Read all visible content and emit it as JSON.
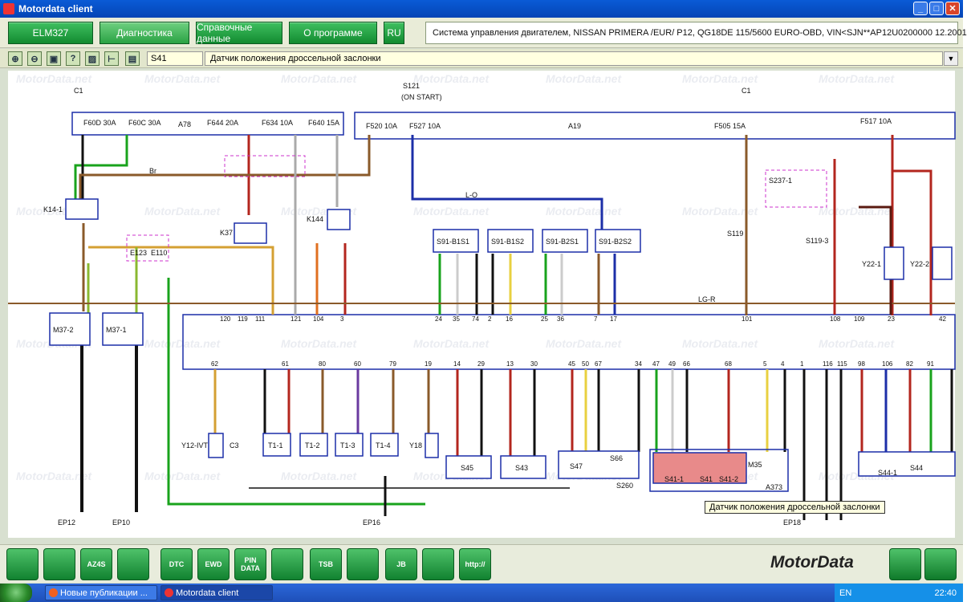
{
  "window": {
    "title": "Motordata client",
    "minimize": "_",
    "maximize": "□",
    "close": "✕"
  },
  "nav": {
    "buttons": [
      "ELM327",
      "Диагностика",
      "Справочные данные",
      "О программе",
      "RU"
    ],
    "info": "Система управления двигателем, NISSAN  PRIMERA /EUR/  P12,   QG18DE  115/5600  EURO-OBD, VIN<SJN**AP12U0200000  12.2001"
  },
  "toolbar": {
    "icons": [
      "zoom-in-icon",
      "zoom-out-icon",
      "fit-icon",
      "help-icon",
      "color-icon",
      "connector-icon",
      "legend-icon"
    ],
    "icon_glyphs": [
      "⊕",
      "⊖",
      "▣",
      "?",
      "▨",
      "⊢",
      "▤"
    ],
    "code": "S41",
    "name": "Датчик положения дроссельной заслонки",
    "dropdown": "▼"
  },
  "diagram": {
    "watermark": "MotorData.net",
    "tooltip": "Датчик положения дроссельной заслонки",
    "labels": {
      "c1_left": "C1",
      "c1_right": "C1",
      "s121": "S121",
      "s121_sub": "(ON START)",
      "a78": "A78",
      "a19": "A19",
      "a373": "A373",
      "m35": "M35",
      "f60d": "F60D 30A",
      "f60c": "F60C 30A",
      "f644": "F644 20A",
      "f634": "F634 10A",
      "f640": "F640 15A",
      "f520": "F520 10A",
      "f527": "F527 10A",
      "f505": "F505 15A",
      "f517": "F517 10A",
      "k14": "K14-1",
      "k37": "K37",
      "k144": "K144",
      "e123": "E123",
      "e110": "E110",
      "m37_2": "M37-2",
      "m37_1": "M37-1",
      "s91_b1s1": "S91-B1S1",
      "s91_b1s2": "S91-B1S2",
      "s91_b2s1": "S91-B2S1",
      "s91_b2s2": "S91-B2S2",
      "s237": "S237-1",
      "s119": "S119",
      "s119_3": "S119-3",
      "y22_1": "Y22-1",
      "y22_2": "Y22-2",
      "y12": "Y12-IVT",
      "c3": "C3",
      "t1_1": "T1-1",
      "t1_2": "T1-2",
      "t1_3": "T1-3",
      "t1_4": "T1-4",
      "y18": "Y18",
      "s45": "S45",
      "s43": "S43",
      "s47": "S47",
      "s66": "S66",
      "s260": "S260",
      "s41_1": "S41-1",
      "s41": "S41",
      "s41_2": "S41-2",
      "s44": "S44",
      "s44_1": "S44-1",
      "ep12": "EP12",
      "ep10": "EP10",
      "ep16": "EP16",
      "ep18": "EP18",
      "lgr": "LG-R",
      "lo": "L-O",
      "br": "Br"
    },
    "ecu_pins_top": [
      "120",
      "119",
      "111",
      "121",
      "104",
      "3",
      "24",
      "35",
      "74",
      "2",
      "16",
      "25",
      "36",
      "7",
      "17",
      "101",
      "108",
      "109",
      "23",
      "42"
    ],
    "ecu_pins_bottom": [
      "62",
      "61",
      "80",
      "60",
      "79",
      "19",
      "14",
      "29",
      "13",
      "30",
      "45",
      "50",
      "67",
      "34",
      "47",
      "49",
      "66",
      "68",
      "5",
      "4",
      "1",
      "116",
      "115",
      "98",
      "106",
      "82",
      "91"
    ]
  },
  "bottom": {
    "icons": [
      "home-icon",
      "handshake-icon",
      "manual-icon",
      "gear-icon",
      "dtc-icon",
      "ewd-icon",
      "pin-data-icon",
      "doc-icon",
      "tsb-icon",
      "truck-icon",
      "jb-icon",
      "grid-icon",
      "http-icon",
      "print-icon",
      "book-icon"
    ],
    "texts": [
      "",
      "",
      "AZ4S",
      "",
      "DTC",
      "EWD",
      "PIN DATA",
      "",
      "TSB",
      "",
      "JB",
      "",
      "http://",
      "",
      ""
    ],
    "brand": "MotorData"
  },
  "taskbar": {
    "items": [
      "Новые публикации ...",
      "Motordata client"
    ],
    "lang": "EN",
    "clock": "22:40"
  }
}
